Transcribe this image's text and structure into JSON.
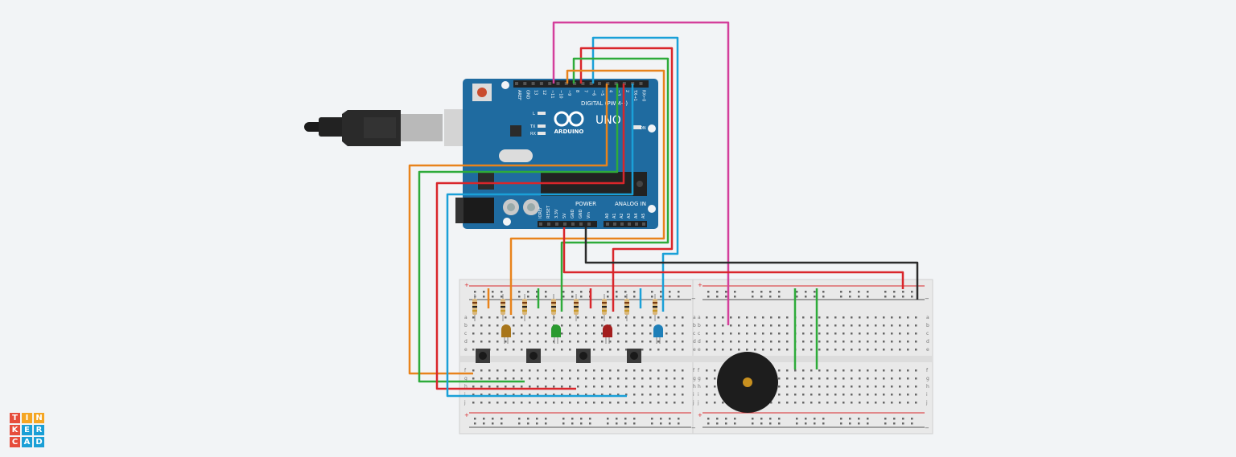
{
  "board": {
    "brand": "ARDUINO",
    "model": "UNO",
    "digital_label": "DIGITAL (PWM~)",
    "power_label": "POWER",
    "analog_label": "ANALOG IN",
    "on_label": "ON",
    "l_label": "L",
    "tx_label": "TX",
    "rx_label": "RX",
    "digital_pins": [
      "AREF",
      "GND",
      "13",
      "12",
      "~11",
      "~10",
      "~9",
      "8",
      "7",
      "~6",
      "~5",
      "4",
      "~3",
      "2",
      "TX→1",
      "RX←0"
    ],
    "power_pins": [
      "IOREF",
      "RESET",
      "3.3V",
      "5V",
      "GND",
      "GND",
      "Vin"
    ],
    "analog_pins": [
      "A0",
      "A1",
      "A2",
      "A3",
      "A4",
      "A5"
    ]
  },
  "breadboard": {
    "row_letters_top": [
      "a",
      "b",
      "c",
      "d",
      "e"
    ],
    "row_letters_bottom": [
      "f",
      "g",
      "h",
      "i",
      "j"
    ],
    "plus": "+",
    "minus": "−"
  },
  "logo": {
    "letters": [
      "T",
      "I",
      "N",
      "K",
      "E",
      "R",
      "C",
      "A",
      "D"
    ],
    "colors": [
      "#e64d3c",
      "#f5a623",
      "#f5a623",
      "#e64d3c",
      "#1a9fd6",
      "#1a9fd6",
      "#e64d3c",
      "#1a9fd6",
      "#1a9fd6"
    ]
  },
  "colors": {
    "board": "#1f6ba0",
    "wire_orange": "#e8831c",
    "wire_green": "#2eab3a",
    "wire_red": "#d9262b",
    "wire_blue": "#1aa0d8",
    "wire_pink": "#d43f9b",
    "wire_black": "#2b2b2b"
  }
}
